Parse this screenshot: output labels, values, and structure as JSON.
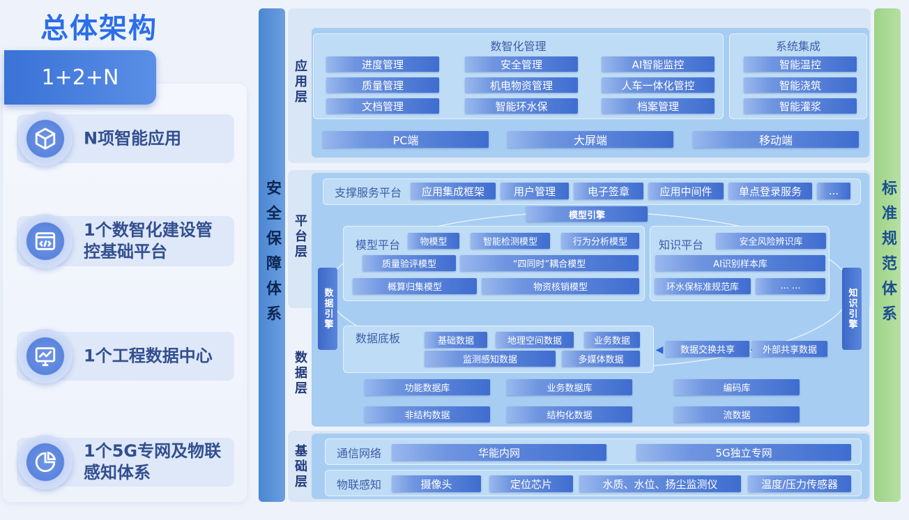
{
  "title": "总体架构",
  "formula": "1+2+N",
  "left_items": [
    {
      "label": "N项智能应用",
      "icon": "cube-icon"
    },
    {
      "label": "1个数智化建设管控基础平台",
      "icon": "code-window-icon"
    },
    {
      "label": "1个工程数据中心",
      "icon": "chart-monitor-icon"
    },
    {
      "label": "1个5G专网及物联感知体系",
      "icon": "pie-chart-icon"
    }
  ],
  "security_bar": "安全保障体系",
  "standard_bar": "标准规范体系",
  "layers": {
    "application": {
      "label": "应用层",
      "digital_mgmt": {
        "title": "数智化管理",
        "items": [
          "进度管理",
          "安全管理",
          "AI智能监控",
          "质量管理",
          "机电物资管理",
          "人车一体化管控",
          "文档管理",
          "智能环水保",
          "档案管理"
        ]
      },
      "system_integration": {
        "title": "系统集成",
        "items": [
          "智能温控",
          "智能浇筑",
          "智能灌浆"
        ]
      },
      "terminals": [
        "PC端",
        "大屏端",
        "移动端"
      ]
    },
    "platform": {
      "label": "平台层",
      "support": {
        "title": "支撑服务平台",
        "items": [
          "应用集成框架",
          "用户管理",
          "电子签章",
          "应用中间件",
          "单点登录服务",
          "..."
        ]
      },
      "model_engine": "模型引擎",
      "model_platform": {
        "title": "模型平台",
        "items": [
          "物模型",
          "智能检测模型",
          "行为分析模型",
          "质量验评模型",
          "“四同时”耦合模型",
          "概算归集模型",
          "物资核销模型"
        ]
      },
      "knowledge_platform": {
        "title": "知识平台",
        "items": [
          "安全风险辨识库",
          "AI识别样本库",
          "环水保标准规范库",
          "... ..."
        ]
      },
      "data_engine": "数据引擎",
      "knowledge_engine": "知识引擎"
    },
    "data": {
      "label": "数据层",
      "base": {
        "title": "数据底板",
        "items": [
          "基础数据",
          "地理空间数据",
          "业务数据",
          "监测感知数据",
          "多媒体数据"
        ]
      },
      "exchange": "数据交换共享",
      "external": "外部共享数据",
      "stores": [
        "功能数据库",
        "业务数据库",
        "编码库",
        "非结构数据",
        "结构化数据",
        "流数据"
      ]
    },
    "infrastructure": {
      "label": "基础层",
      "network": {
        "title": "通信网络",
        "items": [
          "华能内网",
          "5G独立专网"
        ]
      },
      "iot": {
        "title": "物联感知",
        "items": [
          "摄像头",
          "定位芯片",
          "水质、水位、扬尘监测仪",
          "温度/压力传感器"
        ]
      }
    }
  }
}
